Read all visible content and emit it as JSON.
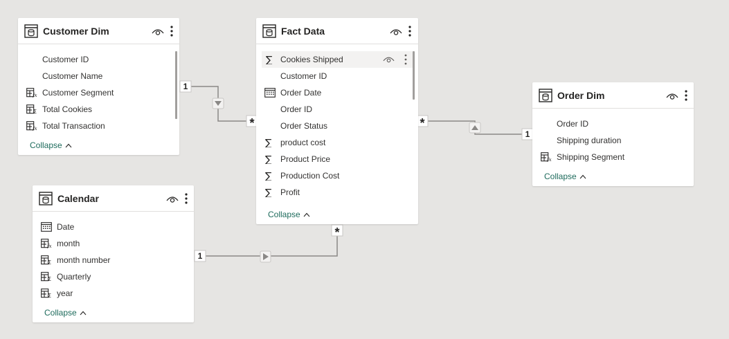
{
  "tables": {
    "customer_dim": {
      "title": "Customer Dim",
      "fields": [
        {
          "label": "Customer ID",
          "icon": "none"
        },
        {
          "label": "Customer Name",
          "icon": "none"
        },
        {
          "label": "Customer Segment",
          "icon": "calculated-column-icon"
        },
        {
          "label": "Total Cookies",
          "icon": "measure-table-icon"
        },
        {
          "label": "Total Transaction",
          "icon": "calculated-column-icon"
        }
      ],
      "collapse_label": "Collapse"
    },
    "fact_data": {
      "title": "Fact Data",
      "fields": [
        {
          "label": "Cookies Shipped",
          "icon": "sigma-icon"
        },
        {
          "label": "Customer ID",
          "icon": "none"
        },
        {
          "label": "Order Date",
          "icon": "calendar-icon"
        },
        {
          "label": "Order ID",
          "icon": "none"
        },
        {
          "label": "Order Status",
          "icon": "none"
        },
        {
          "label": "product cost",
          "icon": "sigma-icon"
        },
        {
          "label": "Product Price",
          "icon": "sigma-icon"
        },
        {
          "label": "Production Cost",
          "icon": "sigma-icon"
        },
        {
          "label": "Profit",
          "icon": "sigma-icon"
        }
      ],
      "collapse_label": "Collapse"
    },
    "order_dim": {
      "title": "Order Dim",
      "fields": [
        {
          "label": "Order ID",
          "icon": "none"
        },
        {
          "label": "Shipping duration",
          "icon": "none"
        },
        {
          "label": "Shipping Segment",
          "icon": "calculated-column-icon"
        }
      ],
      "collapse_label": "Collapse"
    },
    "calendar": {
      "title": "Calendar",
      "fields": [
        {
          "label": "Date",
          "icon": "calendar-icon"
        },
        {
          "label": "month",
          "icon": "calculated-column-icon"
        },
        {
          "label": "month number",
          "icon": "measure-table-icon"
        },
        {
          "label": "Quarterly",
          "icon": "measure-table-icon"
        },
        {
          "label": "year",
          "icon": "measure-table-icon"
        }
      ],
      "collapse_label": "Collapse"
    }
  },
  "relationships": [
    {
      "from": "Customer Dim",
      "to": "Fact Data",
      "one_label": "1",
      "many_label": "*",
      "filter_direction": "down"
    },
    {
      "from": "Order Dim",
      "to": "Fact Data",
      "one_label": "1",
      "many_label": "*",
      "filter_direction": "up"
    },
    {
      "from": "Calendar",
      "to": "Fact Data",
      "one_label": "1",
      "many_label": "*",
      "filter_direction": "right"
    }
  ],
  "colors": {
    "canvas": "#e6e5e3",
    "collapse_text": "#1e6b5c",
    "line": "#8a8886"
  }
}
